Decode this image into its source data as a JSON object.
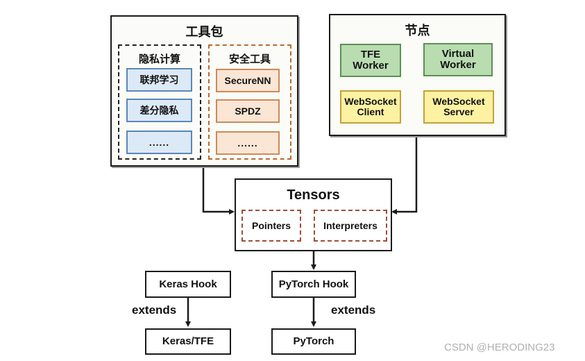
{
  "toolkit": {
    "title": "工具包",
    "privacy": {
      "title": "隐私计算",
      "items": [
        "联邦学习",
        "差分隐私",
        "......"
      ]
    },
    "security": {
      "title": "安全工具",
      "items": [
        "SecureNN",
        "SPDZ",
        "......"
      ]
    }
  },
  "nodes": {
    "title": "节点",
    "tfe_worker": "TFE\nWorker",
    "virtual_worker": "Virtual\nWorker",
    "websocket_client": "WebSocket\nClient",
    "websocket_server": "WebSocket\nServer"
  },
  "tensors": {
    "title": "Tensors",
    "pointers": "Pointers",
    "interpreters": "Interpreters"
  },
  "keras_hook": "Keras Hook",
  "keras_tfe": "Keras/TFE",
  "pytorch_hook": "PyTorch Hook",
  "pytorch": "PyTorch",
  "edge_labels": {
    "keras_extends": "extends",
    "pytorch_extends": "extends"
  },
  "watermark": "CSDN @HERODING23"
}
